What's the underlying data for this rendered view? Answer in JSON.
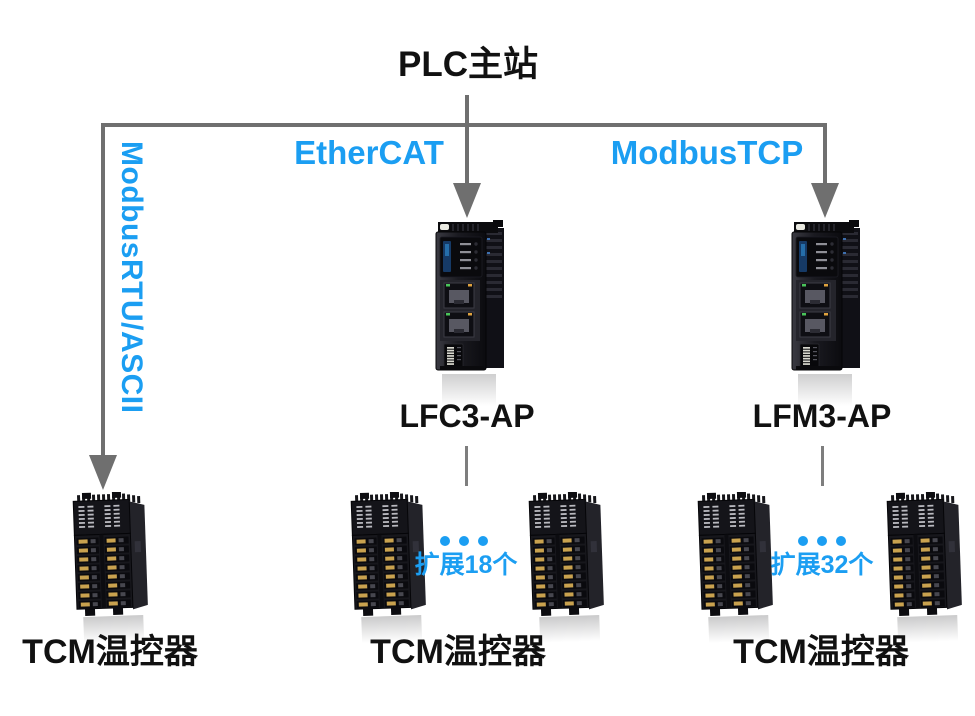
{
  "diagram": {
    "root": {
      "label": "PLC主站"
    },
    "branches": {
      "left": {
        "protocol_label": "ModbusRTU/ASCII",
        "endpoint_label": "TCM温控器"
      },
      "middle": {
        "protocol_label": "EtherCAT",
        "controller_label": "LFC3-AP",
        "expansion_label": "扩展18个",
        "endpoint_label": "TCM温控器"
      },
      "right": {
        "protocol_label": "ModbusTCP",
        "controller_label": "LFM3-AP",
        "expansion_label": "扩展32个",
        "endpoint_label": "TCM温控器"
      }
    },
    "icons": {
      "ellipsis": "ellipsis-dots-icon",
      "arrow": "arrow-down-icon"
    },
    "colors": {
      "accent_cyan": "#1b9ef2",
      "connector_gray": "#6f6f6f",
      "label_black": "#111111",
      "background": "#ffffff"
    }
  }
}
